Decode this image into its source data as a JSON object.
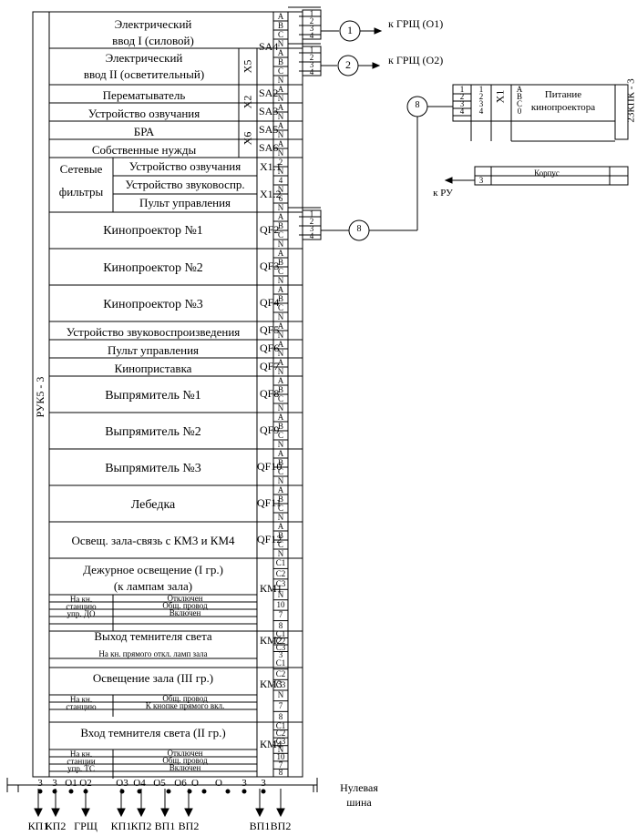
{
  "title_vertical": "РУК5 - 3",
  "feeders": [
    {
      "name": "Электрический\nввод I (силовой)"
    },
    {
      "name": "Электрический\nввод II (осветительный)"
    },
    {
      "name": "Перематыватель"
    },
    {
      "name": "Устройство озвучания"
    },
    {
      "name": "БРА"
    },
    {
      "name": "Собственные нужды"
    },
    {
      "name": "Кинопроектор №1"
    },
    {
      "name": "Кинопроектор №2"
    },
    {
      "name": "Кинопроектор №3"
    },
    {
      "name": "Устройство звуковоспроизведения"
    },
    {
      "name": "Пульт управления"
    },
    {
      "name": "Киноприставка"
    },
    {
      "name": "Выпрямитель №1"
    },
    {
      "name": "Выпрямитель №2"
    },
    {
      "name": "Выпрямитель №3"
    },
    {
      "name": "Лебедка"
    },
    {
      "name": "Освещ. зала-связь с КМ3 и КМ4"
    },
    {
      "name": "Дежурное освещение (I гр.)\n(к лампам зала)"
    },
    {
      "name": "Выход темнителя света"
    },
    {
      "name": "Освещение зала (III гр.)"
    },
    {
      "name": "Вход темнителя света (II гр.)"
    }
  ],
  "filters": {
    "group_label": "Сетевые\n\nфильтры",
    "items": [
      "Устройство озвучания",
      "Устройство звуковоспр.",
      "Пульт управления"
    ]
  },
  "sub_rows": {
    "km1_left": "На кн.\nстанцию\nупр. ДО",
    "km1": [
      "Отключен",
      "Общ. провод",
      "Включен"
    ],
    "km2": "На кн. прямого откл. ламп зала",
    "km3_left": "На кн.\nстанцию",
    "km3": [
      "Общ. провод",
      "К кнопке прямого вкл."
    ],
    "km4_left": "На кн.\nстанции\nупр. ТС",
    "km4": [
      "Отключен",
      "Общ. провод",
      "Включен"
    ]
  },
  "devices": {
    "sa4": "SA4",
    "x5": "X5",
    "sa2": "SA2",
    "sa3": "SA3",
    "x2": "X2",
    "sa5": "SA5",
    "sa6": "SA6",
    "x6": "X6",
    "x11": "X1.1",
    "x12": "X1.2",
    "qf": [
      "QF2",
      "QF3",
      "QF4",
      "QF5",
      "QF6",
      "QF7",
      "QF8",
      "QF9",
      "QF10",
      "QF11",
      "QF12"
    ],
    "km": [
      "КМ1",
      "КМ2",
      "КМ3",
      "КМ4"
    ]
  },
  "terminals": {
    "abcn": [
      "A",
      "B",
      "C",
      "N"
    ],
    "an": [
      "A",
      "N"
    ],
    "nums4": [
      "1",
      "2",
      "3",
      "4"
    ],
    "filter_col": [
      "2",
      "N",
      "4",
      "N",
      "6",
      "N"
    ],
    "km1_col": [
      "C1",
      "C2",
      "C3",
      "N",
      "10",
      "7",
      "8"
    ],
    "km2_col": [
      "C1",
      "C2",
      "C3",
      "3"
    ],
    "km3_col": [
      "C1",
      "C2",
      "C3",
      "N",
      "7",
      "8"
    ],
    "km4_col": [
      "C1",
      "C2",
      "C3",
      "N",
      "10",
      "7",
      "8"
    ]
  },
  "connections": {
    "c1": "1",
    "c2": "2",
    "c8": "8",
    "to_grsh_o1": "к ГРЩ (О1)",
    "to_grsh_o2": "к ГРЩ (О2)",
    "to_ru": "к РУ"
  },
  "projector_box": {
    "x1": "X1",
    "left_nums": [
      "1",
      "2",
      "3",
      "4"
    ],
    "phase": [
      "A",
      "B",
      "C",
      "0"
    ],
    "label": "Питание\nкинопроектора",
    "device": "23КПК - 3",
    "body": "Корпус",
    "body_num": "3"
  },
  "bus": {
    "label": "Нулевая\nшина",
    "marks": [
      "3",
      "3",
      "O1",
      "O2",
      "O3",
      "O4",
      "O5",
      "O6",
      "O",
      "O",
      "3",
      "3"
    ],
    "outputs": [
      "КП1",
      "КП2",
      "ГРЩ",
      "КП1",
      "КП2",
      "ВП1",
      "ВП2",
      "ВП1",
      "ВП2"
    ]
  }
}
